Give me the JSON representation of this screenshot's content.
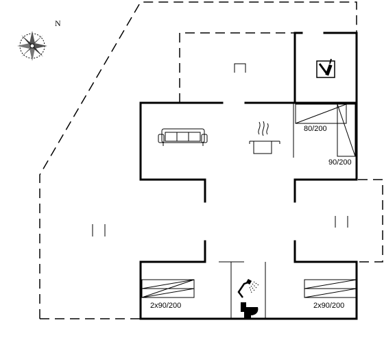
{
  "compass": {
    "north_label": "N",
    "icon": "compass-rose-icon"
  },
  "beds": {
    "bedroom_left": "2x90/200",
    "bedroom_right": "2x90/200",
    "alcove_upper": "80/200",
    "alcove_lower": "90/200"
  },
  "icons": {
    "sofa": "sofa-icon",
    "kitchen": "cooking-pot-icon",
    "utility": "utility-tools-icon",
    "shower": "shower-icon",
    "toilet": "toilet-icon"
  }
}
